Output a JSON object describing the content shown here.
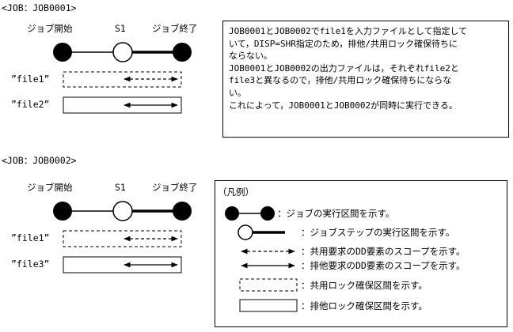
{
  "section1": {
    "header": "<JOB：JOB0001>",
    "job_start": "ジョブ開始",
    "step": "S1",
    "job_end": "ジョブ終了",
    "file_a": "”file1”",
    "file_b": "”file2”"
  },
  "description": {
    "lines": [
      "JOB0001とJOB0002でfile1を入力ファイルとして指定して",
      "いて，DISP=SHR指定のため，排他/共用ロック確保待ちに",
      "ならない。",
      "JOB0001とJOB0002の出力ファイルは，それぞれfile2と",
      "file3と異なるので，排他/共用ロック確保待ちにならな",
      "い。",
      "これによって，JOB0001とJOB0002が同時に実行できる。"
    ]
  },
  "section2": {
    "header": "<JOB：JOB0002>",
    "job_start": "ジョブ開始",
    "step": "S1",
    "job_end": "ジョブ終了",
    "file_a": "”file1”",
    "file_b": "”file3”"
  },
  "legend": {
    "title": "（凡例）",
    "items": [
      "：ジョブの実行区間を示す。",
      "：ジョブステップの実行区間を示す。",
      "：共用要求のDD要素のスコープを示す。",
      "：排他要求のDD要素のスコープを示す。",
      "：共用ロック確保区間を示す。",
      "：排他ロック確保区間を示す。"
    ]
  }
}
